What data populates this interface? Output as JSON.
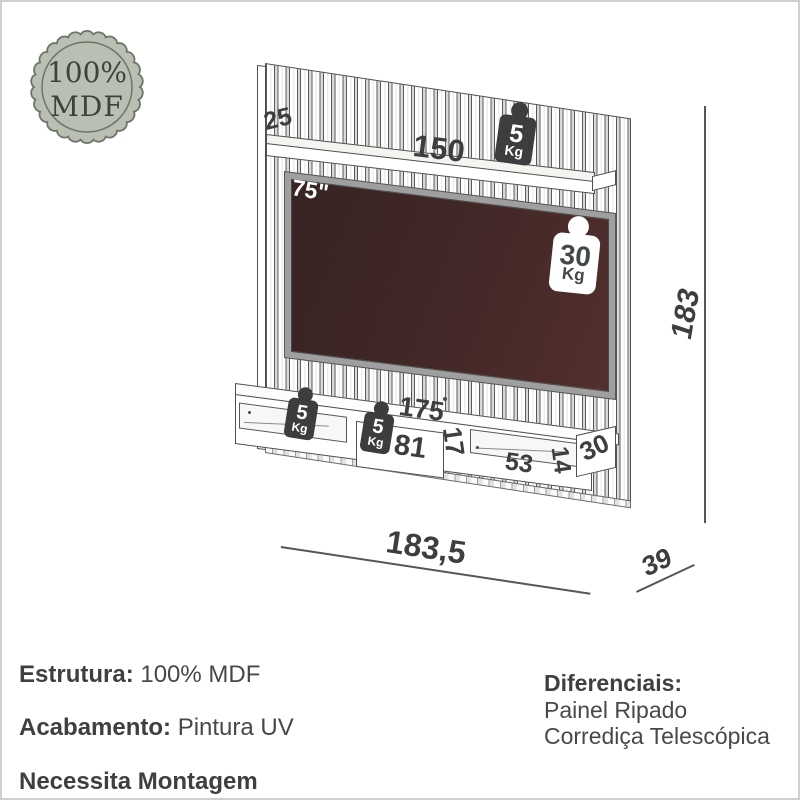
{
  "badge": {
    "line1": "100%",
    "line2": "MDF"
  },
  "dimensions": {
    "shelf_depth": "25",
    "shelf_width": "150",
    "tv_size": "75\"",
    "console_width": "175",
    "drawer_width": "81",
    "console_height": "17",
    "niche_width": "53",
    "niche_height": "14",
    "console_depth": "30",
    "total_height": "183",
    "total_width": "183,5",
    "total_depth": "39"
  },
  "weights": {
    "shelf": {
      "value": "5",
      "unit": "Kg"
    },
    "tv": {
      "value": "30",
      "unit": "Kg"
    },
    "left_niche": {
      "value": "5",
      "unit": "Kg"
    },
    "drawer": {
      "value": "5",
      "unit": "Kg"
    }
  },
  "specs": {
    "structure_label": "Estrutura:",
    "structure_value": "100% MDF",
    "finish_label": "Acabamento:",
    "finish_value": "Pintura UV",
    "assembly_note": "Necessita Montagem",
    "differentials_title": "Diferenciais:",
    "differentials": [
      "Painel Ripado",
      "Corrediça Telescópica"
    ]
  },
  "colors": {
    "badge_fill": "#b9bfb2",
    "badge_line": "#6f7467",
    "line_art": "#4f4f4f",
    "screen": "#3e2725",
    "weight_dark": "#3d3d3f",
    "text": "#47484a"
  }
}
